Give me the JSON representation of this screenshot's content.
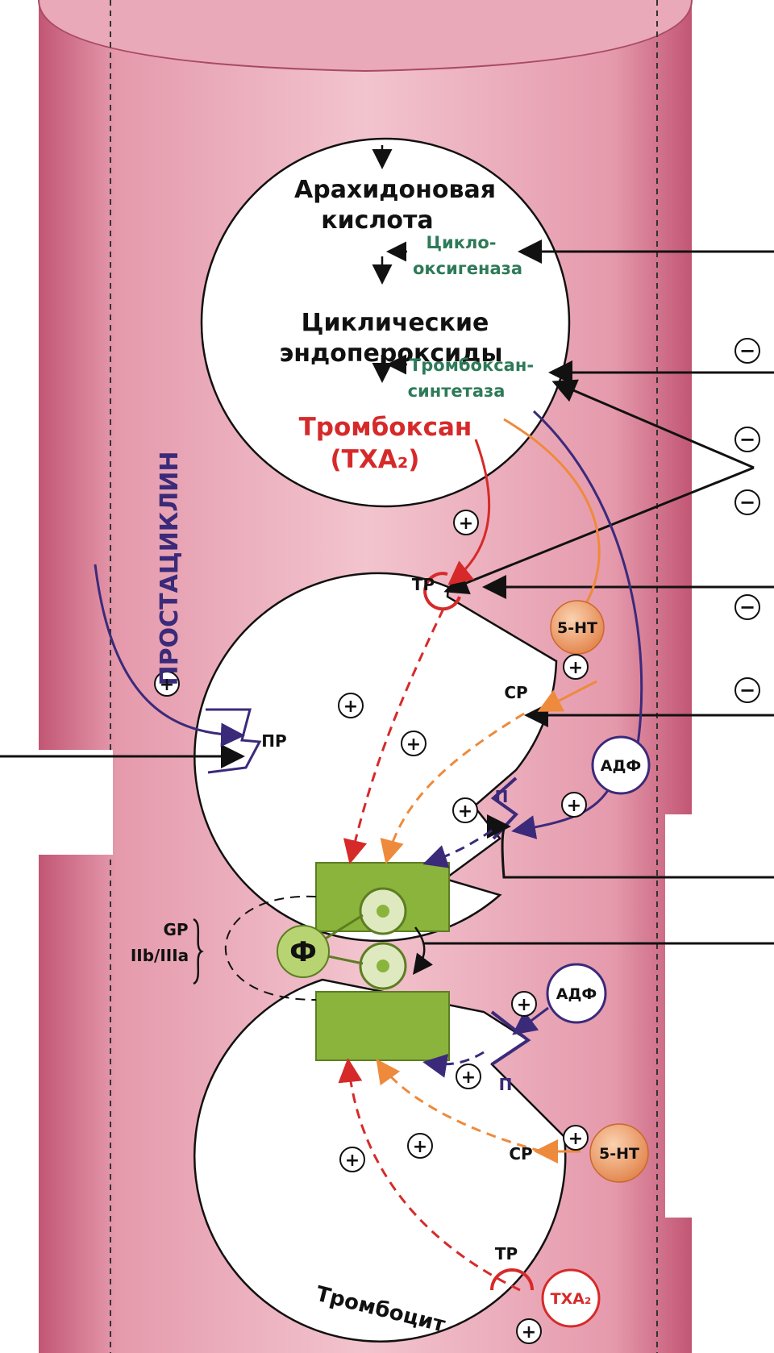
{
  "labels": {
    "arachidonic_1": "Арахидоновая",
    "arachidonic_2": "кислота",
    "cox_1": "Цикло-",
    "cox_2": "оксигеназа",
    "endoperox_1": "Циклические",
    "endoperox_2": "эндопероксиды",
    "txsynth_1": "Тромбоксан-",
    "txsynth_2": "синтетаза",
    "thromboxane_1": "Тромбоксан",
    "thromboxane_2": "(TXA₂)",
    "prostacyclin": "ПРОСТАЦИКЛИН",
    "tp_top": "ТР",
    "sr_top": "СР",
    "p_top": "П",
    "pr": "ПР",
    "serotonin_top": "5-НТ",
    "adp_top": "АДФ",
    "gp_1": "GP",
    "gp_2": "IIb/IIIa",
    "fibrinogen": "Ф",
    "adp_bottom": "АДФ",
    "p_bottom": "П",
    "sr_bottom": "СР",
    "serotonin_bottom": "5-НТ",
    "tp_bottom": "ТР",
    "txa2_bottom": "ТХА₂",
    "platelet": "Тромбоцит",
    "plus": "+",
    "minus": "−"
  },
  "colors": {
    "vessel": "#e8a3b2",
    "vessel_dark": "#c8607c",
    "red_path": "#d62a2a",
    "orange_path": "#ee8a3c",
    "purple_path": "#3b2a7a",
    "enzyme_text": "#2e7a58",
    "receptor_green": "#8ab43c",
    "serotonin": "#ed9a5c"
  }
}
